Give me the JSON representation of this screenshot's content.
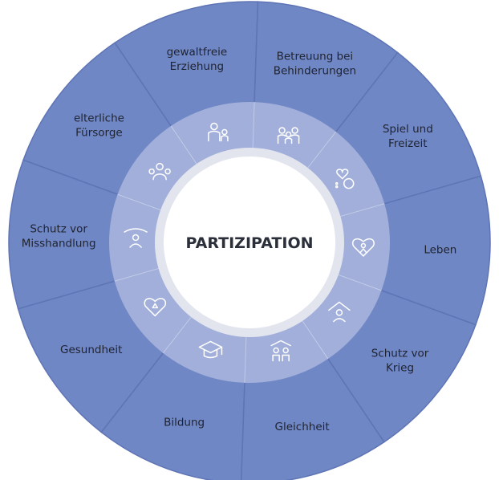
{
  "center": {
    "title": "PARTIZIPATION"
  },
  "colors": {
    "segment_fill": "#7087c6",
    "segment_divider": "#5e74b4",
    "inner_ring": "#a9b6dd",
    "center_fill": "#ffffff",
    "center_ring": "#e2e5ee"
  },
  "segments": [
    {
      "lines": [
        "elterliche",
        "Fürsorge"
      ],
      "icon": "family-icon"
    },
    {
      "lines": [
        "gewaltfreie",
        "Erziehung"
      ],
      "icon": "parent-child-icon"
    },
    {
      "lines": [
        "Betreuung bei",
        "Behinderungen"
      ],
      "icon": "group-people-icon"
    },
    {
      "lines": [
        "Spiel und",
        "Freizeit"
      ],
      "icon": "heart-smiley-icon"
    },
    {
      "lines": [
        "Leben"
      ],
      "icon": "heart-person-icon"
    },
    {
      "lines": [
        "Schutz vor",
        "Krieg"
      ],
      "icon": "shelter-person-icon"
    },
    {
      "lines": [
        "Gleichheit"
      ],
      "icon": "equal-people-icon"
    },
    {
      "lines": [
        "Bildung"
      ],
      "icon": "graduation-cap-icon"
    },
    {
      "lines": [
        "Gesundheit"
      ],
      "icon": "heart-health-icon"
    },
    {
      "lines": [
        "Schutz vor",
        "Misshandlung"
      ],
      "icon": "protected-person-icon"
    }
  ]
}
